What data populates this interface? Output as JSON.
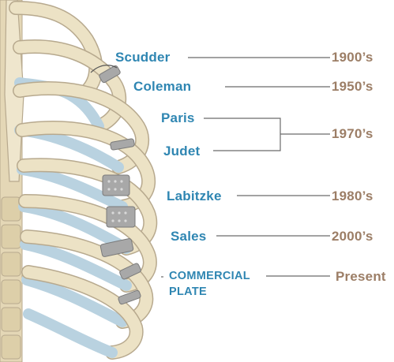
{
  "colors": {
    "technique_label": "#2f86b2",
    "era_label": "#9c7e66",
    "leader_line": "#6b6b6b",
    "bone": "#ece2c5",
    "bone_outline": "#b7a98e",
    "cartilage": "#c9dde8",
    "plate": "#a8a8a8"
  },
  "timeline": [
    {
      "technique": "Scudder",
      "era": "1900’s"
    },
    {
      "technique": "Coleman",
      "era": "1950’s"
    },
    {
      "technique": "Paris",
      "era": "1970’s"
    },
    {
      "technique": "Judet",
      "era": "1970’s"
    },
    {
      "technique": "Labitzke",
      "era": "1980’s"
    },
    {
      "technique": "Sales",
      "era": "2000’s"
    },
    {
      "technique_lines": [
        "COMMERCIAL",
        "PLATE"
      ],
      "era": "Present"
    }
  ]
}
